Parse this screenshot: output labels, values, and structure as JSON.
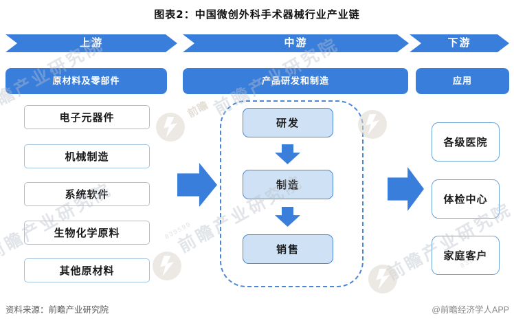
{
  "title": "图表2：中国微创外科手术器械行业产业链",
  "columns": [
    {
      "stage": "上游",
      "header": "原材料及零部件",
      "items": [
        "电子元器件",
        "机械制造",
        "系统软件",
        "生物化学原料",
        "其他原材料"
      ]
    },
    {
      "stage": "中游",
      "header": "产品研发和制造",
      "items": [
        "研发",
        "制造",
        "销售"
      ]
    },
    {
      "stage": "下游",
      "header": "应用",
      "items": [
        "各级医院",
        "体检中心",
        "家庭客户"
      ]
    }
  ],
  "footer": {
    "source": "资料来源：前瞻产业研究院",
    "credit": "@前瞻经济学人APP"
  },
  "watermark": {
    "text": "前瞻产业研究院",
    "logo_label": "前瞻",
    "code": "839599"
  },
  "colors": {
    "primary_blue": "#3a7edc",
    "light_blue_fill": "#cfe2f5",
    "mid_border_blue": "#4a86d8",
    "left_box_border": "#a3c2e0",
    "right_box_border": "#6aa3d8",
    "footer_gray": "#595959",
    "watermark_gray": "#b9c0ca"
  }
}
